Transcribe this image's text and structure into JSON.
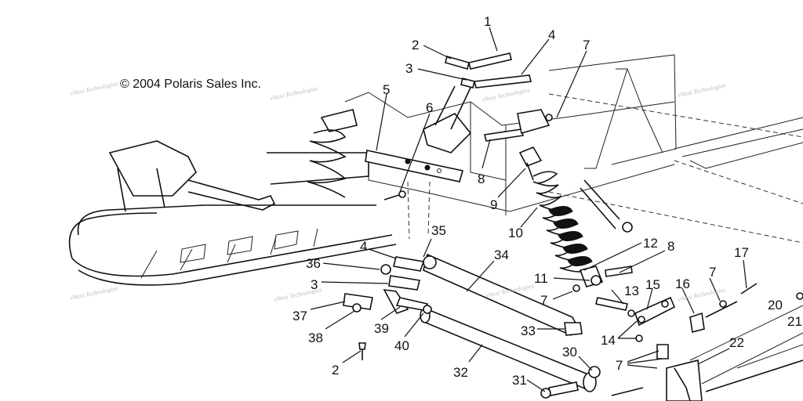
{
  "copyright": "© 2004 Polaris Sales Inc.",
  "watermark": "vNext Technologies",
  "callouts": [
    "1",
    "2",
    "3",
    "4",
    "5",
    "6",
    "7",
    "8",
    "9",
    "10",
    "12",
    "8",
    "11",
    "13",
    "15",
    "16",
    "7",
    "17",
    "20",
    "21",
    "7",
    "14",
    "7",
    "22",
    "4",
    "35",
    "34",
    "36",
    "3",
    "37",
    "38",
    "39",
    "2",
    "40",
    "33",
    "30",
    "32",
    "31"
  ]
}
